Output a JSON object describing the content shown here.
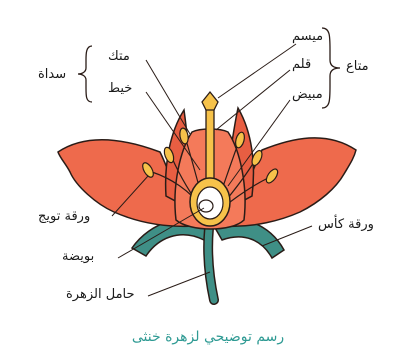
{
  "labels": {
    "stigma": "ميسم",
    "style": "قلم",
    "ovary": "مبيض",
    "pistil": "متاع",
    "anther": "متك",
    "filament": "خيط",
    "stamen": "سداة",
    "petal": "ورقة تويج",
    "sepal": "ورقة كأس",
    "ovule": "بويضة",
    "receptacle": "حامل الزهرة"
  },
  "caption": "رسم توضيحي لزهرة خنثى",
  "colors": {
    "petal": "#ee6a4c",
    "petal_inner": "#f47a5a",
    "sepal": "#3f8f86",
    "reproductive": "#f6c24a",
    "outline": "#2a1c17",
    "caption": "#2e9a93"
  }
}
